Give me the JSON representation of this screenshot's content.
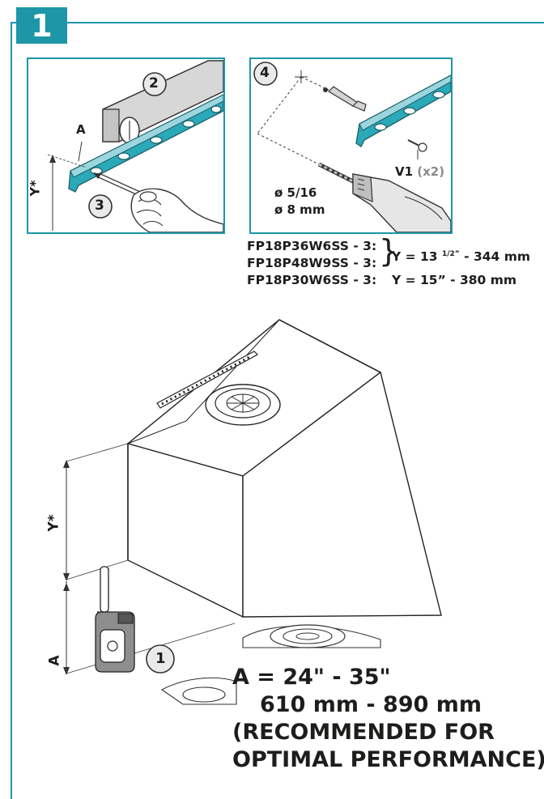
{
  "step": {
    "number": "1"
  },
  "panel_a": {
    "label_a": "A",
    "label_y": "Y*",
    "callout_2": "2",
    "callout_3": "3"
  },
  "panel_b": {
    "callout_4": "4",
    "screw_code": "V1",
    "screw_qty": "(x2)",
    "drill_imperial": "ø 5/16",
    "drill_metric": "ø 8 mm"
  },
  "models": {
    "rows": [
      {
        "model": "FP18P36W6SS - 3:"
      },
      {
        "model": "FP18P48W9SS - 3:"
      },
      {
        "model": "FP18P30W6SS - 3:",
        "value": "Y = 15” - 380 mm"
      }
    ],
    "group_value_prefix": "Y = 13",
    "group_value_sup": "1/2”",
    "group_value_suffix": " - 344 mm",
    "group_brace": "}"
  },
  "main_drawing": {
    "label_y": "Y*",
    "label_a": "A",
    "callout_1": "1"
  },
  "spec": {
    "line1": "A = 24\" - 35\"",
    "line2": "610 mm - 890 mm",
    "line3": "(RECOMMENDED FOR",
    "line4": "OPTIMAL PERFORMANCE)"
  }
}
